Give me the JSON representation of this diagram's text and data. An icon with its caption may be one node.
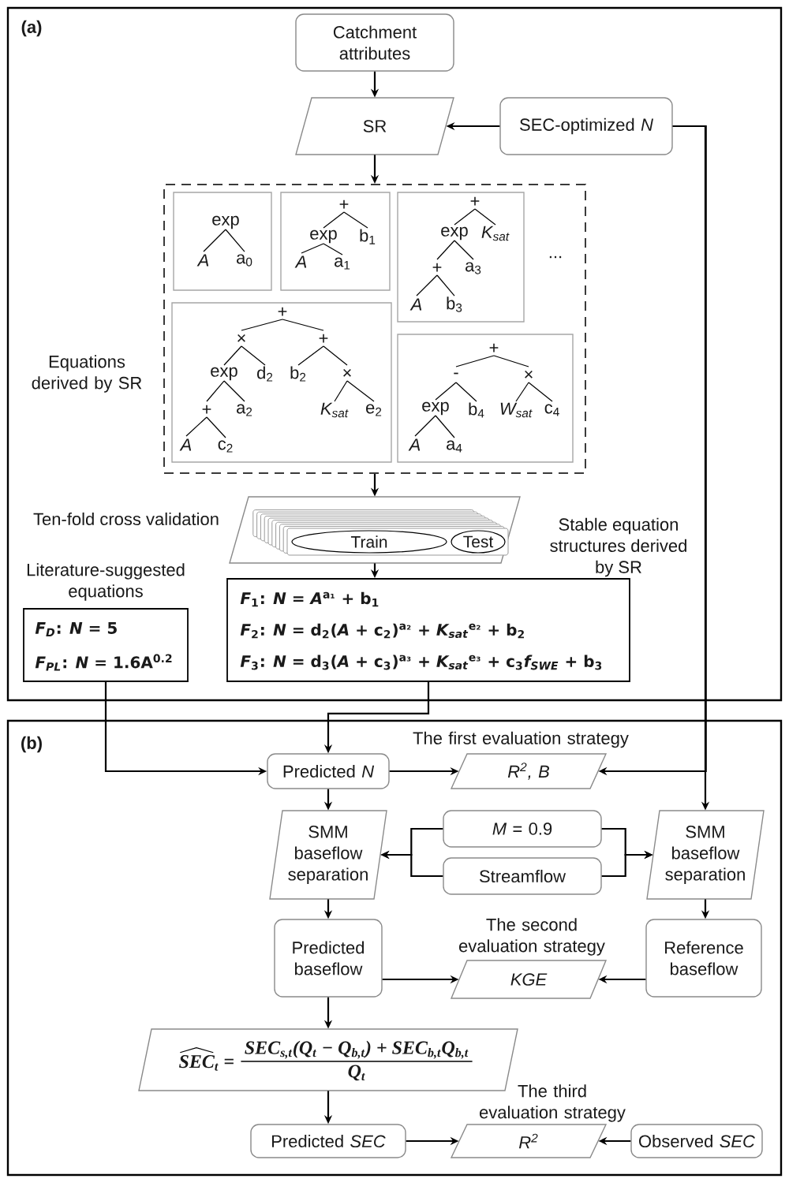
{
  "diagram": {
    "nodes": [
      {
        "text": [
          "(a)"
        ]
      },
      {
        "text": [
          "Catchment attributes"
        ],
        "in": 0
      },
      {
        "text": [
          "SR"
        ],
        "in": 0
      },
      {
        "text": [
          "SEC-optimized *N*"
        ],
        "in": 0
      },
      {
        "text": [
          "..."
        ],
        "beside": [
          "Equations derived by SR"
        ],
        "in": 0
      },
      {
        "text": [
          "exp",
          "A",
          "a$_{0}$"
        ],
        "in": 4
      },
      {
        "text": [
          "+",
          "exp",
          "b$_{1}$",
          "A",
          "a$_{1}$"
        ],
        "in": 4
      },
      {
        "text": [
          "+",
          "exp",
          "K$_{sat}$",
          "+",
          "a$_{3}$",
          "A",
          "b$_{3}$"
        ],
        "in": 4
      },
      {
        "text": [
          "+",
          "×",
          "+",
          "exp",
          "d$_{2}$",
          "b$_{2}$",
          "×",
          "+",
          "a$_{2}$",
          "K$_{sat}$",
          "e$_{2}$",
          "A",
          "c$_{2}$"
        ],
        "in": 4
      },
      {
        "text": [
          "+",
          "-",
          "×",
          "exp",
          "b$_{4}$",
          "W$_{sat}$",
          "c$_{4}$",
          "A",
          "a$_{4}$"
        ],
        "in": 4
      },
      {
        "text": [],
        "shape": "parallelogram",
        "beside": [
          "Ten-fold cross validation"
        ],
        "in": 0
      },
      {
        "text": [
          "Train"
        ],
        "in": 10
      },
      {
        "text": [
          "Test"
        ],
        "in": 10
      },
      {
        "text": [
          "*F$_{D}$*: *N* = 5",
          "*F$_{PL}$*: *N* = 1.6A$^{0.2}$"
        ],
        "beside": [
          "Literature-suggested equations"
        ],
        "in": 0
      },
      {
        "text": [
          "*F*$_{1}$: *N* = *A*$^{a₁}$ + b$_{1}$",
          "*F*$_{2}$: *N* = d$_{2}$(*A* + c$_{2}$)$^{a₂}$ + *K$_{sat}$*$^{e₂}$ + b$_{2}$",
          "*F*$_{3}$: *N* = d$_{3}$(*A* + c$_{3}$)$^{a₃}$ + *K$_{sat}$*$^{e₃}$ + c$_{3}$*f$_{SWE}$* + b$_{3}$"
        ],
        "beside": [
          "Stable equation structures derived by SR"
        ],
        "in": 0
      },
      {
        "text": [
          "(b)"
        ]
      },
      {
        "text": [
          "Predicted *N*"
        ],
        "in": 15
      },
      {
        "text": [
          "R$^{2}$, B"
        ],
        "beside": [
          "The first evaluation strategy"
        ],
        "in": 15
      },
      {
        "text": [
          "SMM baseflow separation"
        ],
        "in": 15
      },
      {
        "text": [
          "*M* = 0.9"
        ],
        "in": 15
      },
      {
        "text": [
          "Streamflow"
        ],
        "in": 15
      },
      {
        "text": [
          "SMM baseflow separation"
        ],
        "in": 15
      },
      {
        "text": [
          "Predicted baseflow"
        ],
        "in": 15
      },
      {
        "text": [
          "KGE"
        ],
        "beside": [
          "The second evaluation strategy"
        ],
        "in": 15
      },
      {
        "text": [
          "Reference baseflow"
        ],
        "in": 15
      },
      {
        "text": [
          "SEC$_{t}$ =",
          "SEC$_{s,t}$(Q$_{t}$ − Q$_{b,t}$) + SEC$_{b,t}$Q$_{b,t}$",
          "Q$_{t}$"
        ],
        "in": 15
      },
      {
        "text": [
          "Predicted *SEC*"
        ],
        "in": 15
      },
      {
        "text": [
          "R$^{2}$"
        ],
        "beside": [
          "The third evaluation strategy"
        ],
        "in": 15
      },
      {
        "text": [
          "Observed *SEC*"
        ],
        "in": 15
      }
    ],
    "edges": [
      {
        "from": 1,
        "to": 2,
        "arrow": "to"
      },
      {
        "from": 3,
        "to": 2,
        "arrow": "to"
      },
      {
        "from": 2,
        "to": 4,
        "arrow": "to"
      },
      {
        "from": 4,
        "to": 10,
        "arrow": "to"
      },
      {
        "from": 10,
        "to": 14,
        "arrow": "to"
      },
      {
        "from": 3,
        "to": 21,
        "arrow": "to"
      },
      {
        "from": 3,
        "to": 17,
        "arrow": "to"
      },
      {
        "from": 13,
        "to": 16,
        "arrow": "to"
      },
      {
        "from": 14,
        "to": 16,
        "arrow": "to"
      },
      {
        "from": 16,
        "to": 17,
        "arrow": "to"
      },
      {
        "from": 16,
        "to": 18,
        "arrow": "to"
      },
      {
        "from": 19,
        "to": 18,
        "arrow": "to"
      },
      {
        "from": 20,
        "to": 18,
        "arrow": "to"
      },
      {
        "from": 19,
        "to": 21,
        "arrow": "to"
      },
      {
        "from": 20,
        "to": 21,
        "arrow": "to"
      },
      {
        "from": 18,
        "to": 22,
        "arrow": "to"
      },
      {
        "from": 21,
        "to": 24,
        "arrow": "to"
      },
      {
        "from": 22,
        "to": 23,
        "arrow": "to"
      },
      {
        "from": 24,
        "to": 23,
        "arrow": "to"
      },
      {
        "from": 22,
        "to": 25,
        "arrow": "to"
      },
      {
        "from": 25,
        "to": 26,
        "arrow": "to"
      },
      {
        "from": 26,
        "to": 27,
        "arrow": "to"
      },
      {
        "from": 28,
        "to": 27,
        "arrow": "to"
      }
    ]
  }
}
